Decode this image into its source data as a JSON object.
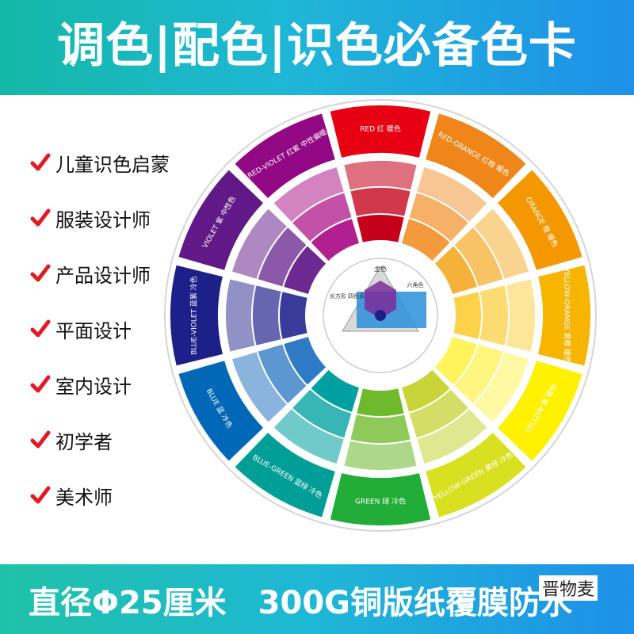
{
  "header": {
    "title": "调色|配色|识色必备色卡"
  },
  "features": [
    {
      "label": "儿童识色启蒙"
    },
    {
      "label": "服装设计师"
    },
    {
      "label": "产品设计师"
    },
    {
      "label": "平面设计"
    },
    {
      "label": "室内设计"
    },
    {
      "label": "初学者"
    },
    {
      "label": "美术师"
    }
  ],
  "colors": {
    "check": "#e01b24",
    "segments": [
      "#e60012",
      "#f08519",
      "#f39800",
      "#f8b500",
      "#fff100",
      "#d9e021",
      "#8fc31f",
      "#22ac38",
      "#009e96",
      "#0068b7",
      "#1d2088",
      "#601986",
      "#920783",
      "#e4007f"
    ]
  },
  "wheel": {
    "labels": [
      "RED 红 暖色",
      "RED-ORANGE 红橙 暖色",
      "ORANGE 橙 暖色",
      "YELLOW-ORANGE 黄橙 暖色",
      "YELLOW 黄 暖色",
      "YELLOW-GREEN 黄绿 冷色",
      "GREEN 绿 冷色",
      "BLUE-GREEN 蓝绿 冷色",
      "BLUE 蓝 冷色",
      "BLUE-VIOLET 蓝紫 冷色",
      "VIOLET 紫 中性色",
      "RED-VIOLET 红紫 中性偏暖"
    ],
    "center_labels": {
      "primary": "主色",
      "rect": "长方形 四色系",
      "hex": "六角色"
    }
  },
  "footer": {
    "diameter": "直径Φ25厘米",
    "spec": "300G铜版纸覆膜防水"
  },
  "watermark": "晋物麦"
}
